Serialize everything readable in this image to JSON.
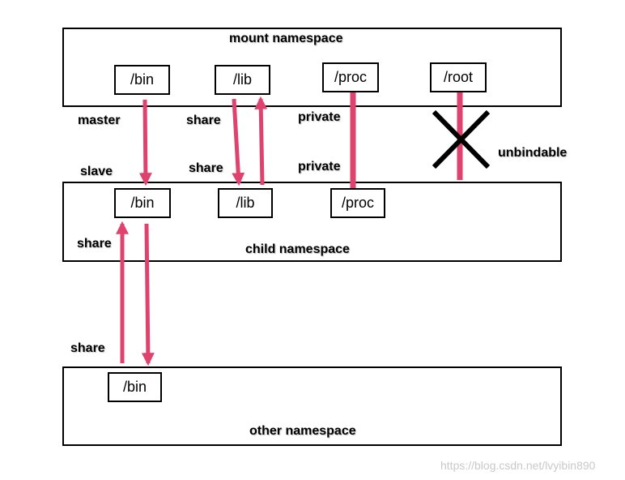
{
  "namespaces": {
    "mount": {
      "title": "mount namespace",
      "mounts": [
        "/bin",
        "/lib",
        "/proc",
        "/root"
      ]
    },
    "child": {
      "title": "child namespace",
      "mounts": [
        "/bin",
        "/lib",
        "/proc"
      ]
    },
    "other": {
      "title": "other namespace",
      "mounts": [
        "/bin"
      ]
    }
  },
  "labels": {
    "master": "master",
    "slave": "slave",
    "share_lib_top": "share",
    "share_lib_bottom": "share",
    "private_top": "private",
    "private_bottom": "private",
    "unbindable": "unbindable",
    "share_child": "share",
    "share_other": "share"
  },
  "colors": {
    "arrow": "#e0426e",
    "border": "#000000",
    "cross": "#000000"
  },
  "watermark": "https://blog.csdn.net/lvyibin890"
}
